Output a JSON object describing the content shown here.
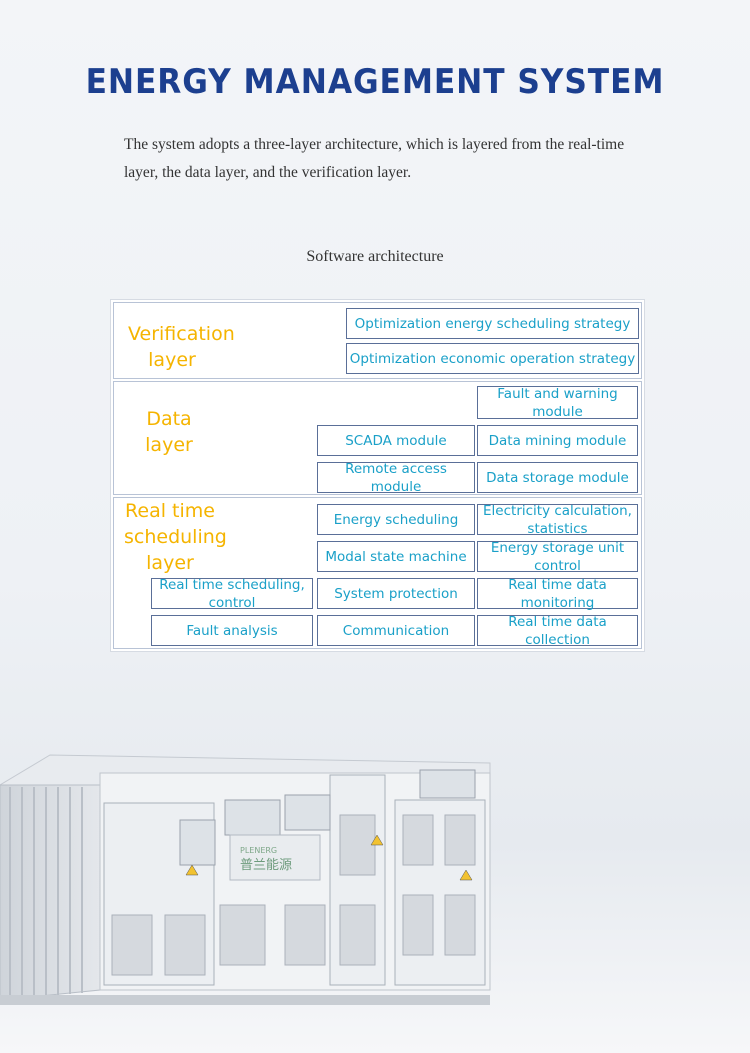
{
  "header": {
    "title": "ENERGY MANAGEMENT SYSTEM",
    "intro": "The system adopts a three-layer architecture, which is layered from the real-time layer, the data layer, and the verification layer.",
    "subtitle": "Software architecture"
  },
  "architecture": {
    "verification": {
      "label": "Verification layer",
      "modules": [
        "Optimization energy scheduling strategy",
        "Optimization economic operation strategy"
      ]
    },
    "data": {
      "label": "Data layer",
      "modules": [
        "Fault and warning module",
        "SCADA module",
        "Data mining module",
        "Remote access module",
        "Data storage module"
      ]
    },
    "realtime": {
      "label": "Real time scheduling layer",
      "modules": [
        "Energy scheduling",
        "Electricity calculation, statistics",
        "Modal state machine",
        "Energy storage unit control",
        "Real time scheduling, control",
        "System protection",
        "Real time data monitoring",
        "Fault analysis",
        "Communication",
        "Real time data collection"
      ]
    }
  },
  "product": {
    "logo_text": "普兰能源",
    "logo_sub": "PLENERG"
  },
  "colors": {
    "title": "#1c3f8f",
    "layer_label": "#f5b400",
    "module_text": "#1aa0c8",
    "box_border": "#5a6f98"
  }
}
